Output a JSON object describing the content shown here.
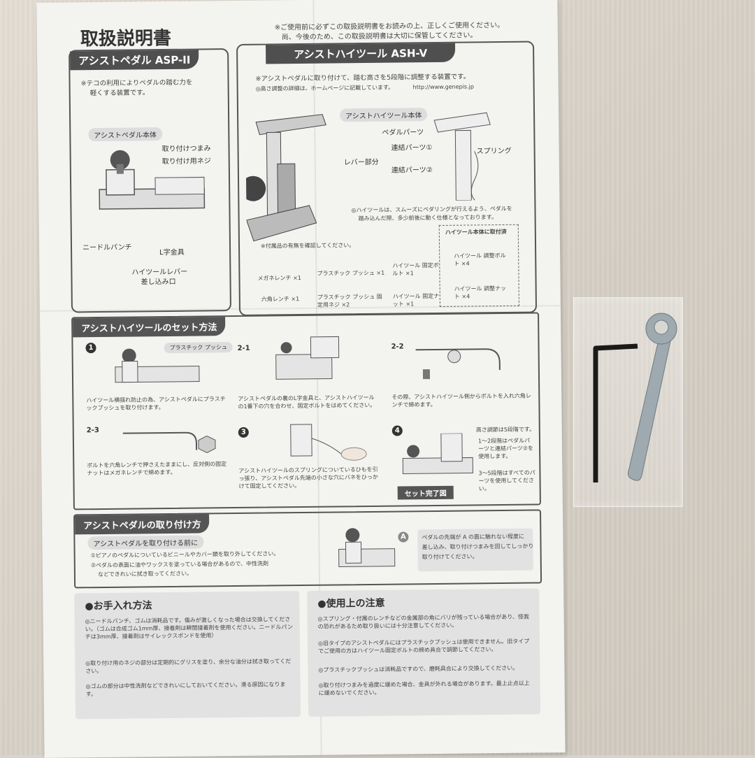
{
  "sheet": {
    "title": "取扱説明書",
    "top_note_1": "※ご使用前に必ずこの取扱説明書をお読みの上、正しくご使用ください。",
    "top_note_2": "尚、今後のため、この取扱説明書は大切に保管してください。",
    "asp": {
      "tab": "アシストペダル ASP-II",
      "desc_1": "※テコの利用によりペダルの踏む力を",
      "desc_2": "軽くする装置です。",
      "body_label": "アシストペダル本体",
      "labels": [
        "取り付けつまみ",
        "取り付け用ネジ",
        "ニードルパンチ",
        "L字金具",
        "ハイツールレバー",
        "差し込み口"
      ]
    },
    "ash": {
      "tab": "アシストハイツール ASH-V",
      "desc_1": "※アシストペダルに取り付けて、踏む高さを5段階に調整する装置です。",
      "desc_2": "◎高さ調整の詳細は、ホームページに記載しています。",
      "url": "http://www.genepis.jp",
      "body_label": "アシストハイツール本体",
      "labels": [
        "ペダルパーツ",
        "連結パーツ①",
        "レバー部分",
        "連結パーツ②",
        "スプリング"
      ],
      "smooth_note_1": "◎ハイツールは、スムーズにペダリングが行えるよう、ペダルを",
      "smooth_note_2": "踏み込んだ際、多少前後に動く仕様となっております。",
      "parts_note": "※付属品の有無を確認してください。",
      "parts": [
        "メガネレンチ ×1",
        "プラスチック プッシュ ×1",
        "ハイツール 固定ボルト ×1",
        "六角レンチ ×1",
        "プラスチック プッシュ 固定用ネジ ×2",
        "ハイツール 固定ナット ×1"
      ],
      "attached_title": "ハイツール本体に取付済",
      "attached": [
        "ハイツール 調整ボルト ×4",
        "ハイツール 調整ナット ×4"
      ]
    },
    "setup": {
      "title": "アシストハイツールのセット方法",
      "step1_tag": "プラスチック プッシュ",
      "step1": "ハイツール横揺れ防止の為、アシストペダルにプラスチックプッシュを取り付けます。",
      "step2_1": "アシストペダルの裏のL字金具と、アシストハイツールの1番下の穴を合わせ、固定ボルトをはめてください。",
      "step2_2": "その際、アシストハイツール側からボルトを入れ六角レンチで締めます。",
      "step2_3": "ボルトを六角レンチで押さえたままにし、反対側の固定ナットはメガネレンチで締めます。",
      "step3": "アシストハイツールのスプリングについているひもを引っ張り、アシストペダル先端の小さな穴にバネをひっかけて固定してください。",
      "step4_note": "高さ調節は5段階です。",
      "step4_a": "1〜2段階はペダルパーツと連結パーツ②を使用します。",
      "step4_b": "3〜5段階はすべてのパーツを使用してください。",
      "done": "セット完了図",
      "labels": [
        "2-1",
        "2-2",
        "2-3"
      ]
    },
    "install": {
      "title": "アシストペダルの取り付け方",
      "before": "アシストペダルを取り付ける前に",
      "item1": "①ピアノのペダルについているビニールやカバー類を取り外してください。",
      "item2": "②ペダルの表面に油やワックスを塗っている場合があるので、中性洗剤",
      "item2b": "などできれいに拭き取ってください。",
      "marker": "A",
      "pedal_note_1": "ペダルの先端が A の面に触れない程度に",
      "pedal_note_2": "差し込み、取り付けつまみを回してしっかり",
      "pedal_note_3": "取り付けてください。"
    },
    "care": {
      "title": "●お手入れ方法",
      "p1": "◎ニードルパンチ、ゴムは消耗品です。傷みが激しくなった場合は交換してください。（ゴムは合成ゴム1mm厚、接着剤は瞬間接着剤を使用ください。ニードルパンチは3mm厚、接着剤はサイレックスボンドを使用）",
      "p2": "◎取り付け用のネジの部分は定期的にグリスを塗り、余分な油分は拭き取ってください。",
      "p3": "◎ゴムの部分は中性洗剤などできれいにしておいてください。滑る原因になります。"
    },
    "caution": {
      "title": "●使用上の注意",
      "p1": "◎スプリング・付属のレンチなどの金属部の角にバリが残っている場合があり、怪我の恐れがあるため取り扱いには十分注意してください。",
      "p2": "◎旧タイプのアシストペダルにはプラスチックプッシュは使用できません。旧タイプでご使用の方はハイツール固定ボルトの締め具合で調節してください。",
      "p3": "◎プラスチックプッシュは消耗品ですので、磨耗具合により交換してください。",
      "p4": "◎取り付けつまみを過度に緩めた場合、金具が外れる場合があります。最上止点以上に緩めないでください。"
    }
  },
  "colors": {
    "paper": "#f3f3f0",
    "table": "#d9d4cb",
    "band": "#4f4f4f",
    "wrench": "#9eaab0"
  }
}
